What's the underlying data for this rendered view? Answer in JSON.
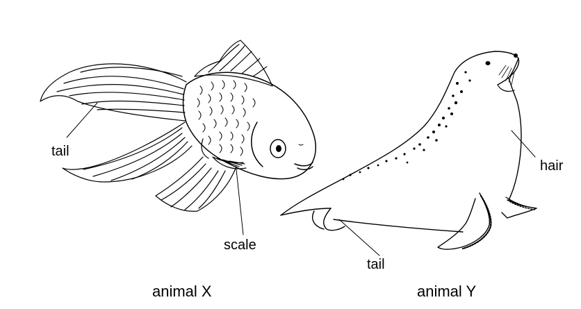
{
  "animals": [
    {
      "caption": "animal X",
      "drawing": "goldfish",
      "labels": {
        "tail": "tail",
        "scale": "scale"
      }
    },
    {
      "caption": "animal Y",
      "drawing": "seal",
      "labels": {
        "hair": "hair",
        "tail": "tail"
      }
    }
  ],
  "colors": {
    "ink": "#000000",
    "background": "#ffffff"
  }
}
